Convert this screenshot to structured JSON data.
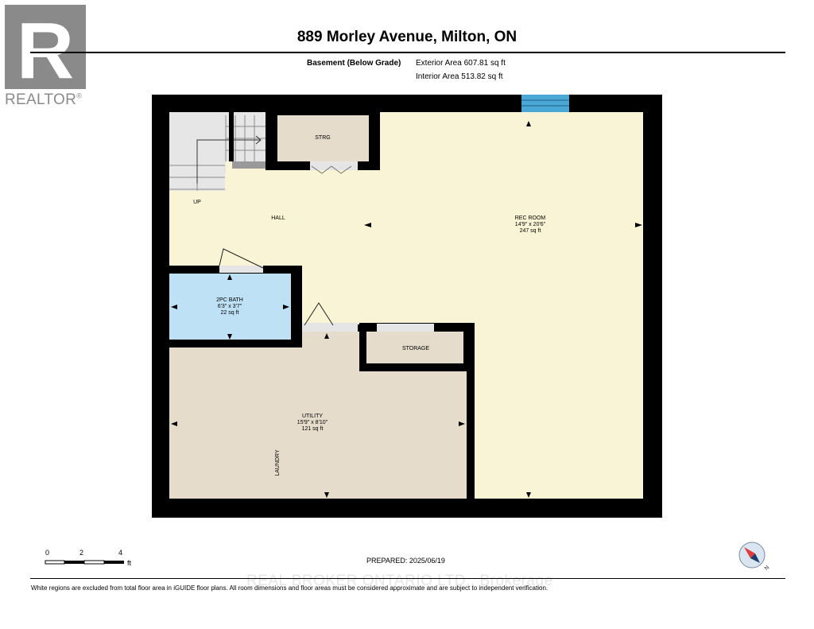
{
  "header": {
    "title": "889 Morley Avenue, Milton, ON",
    "level": "Basement (Below Grade)",
    "exterior_area": "Exterior Area 607.81 sq ft",
    "interior_area": "Interior Area 513.82 sq ft"
  },
  "logo": {
    "text": "REALTOR",
    "registered": "®",
    "mark": "R"
  },
  "rooms": {
    "strg": {
      "name": "STRG"
    },
    "up": {
      "name": "UP"
    },
    "hall": {
      "name": "HALL"
    },
    "rec_room": {
      "name": "REC ROOM",
      "dims": "14'9\" x 20'6\"",
      "area": "247 sq ft"
    },
    "bath": {
      "name": "2PC BATH",
      "dims": "6'3\" x 3'7\"",
      "area": "22 sq ft"
    },
    "storage": {
      "name": "STORAGE"
    },
    "utility": {
      "name": "UTILITY",
      "dims": "15'9\" x 8'10\"",
      "area": "121 sq ft"
    },
    "laundry": {
      "name": "LAUNDRY"
    }
  },
  "scale": {
    "ticks": [
      "0",
      "2",
      "4"
    ],
    "unit": "ft"
  },
  "prepared": "PREPARED: 2025/06/19",
  "compass": {
    "label": "N"
  },
  "watermark": "REAL BROKER ONTARIO LTD., Brokerage",
  "disclaimer": "White regions are excluded from total floor area in iGUIDE floor plans. All room dimensions and floor areas must be considered approximate and are subject to independent verification.",
  "colors": {
    "wall": "#000000",
    "hall_rec": "#faf4d6",
    "bath": "#bfe1f5",
    "utility": "#e5dccb",
    "stair": "#e6e6e6",
    "window": "#4aa8d6"
  }
}
